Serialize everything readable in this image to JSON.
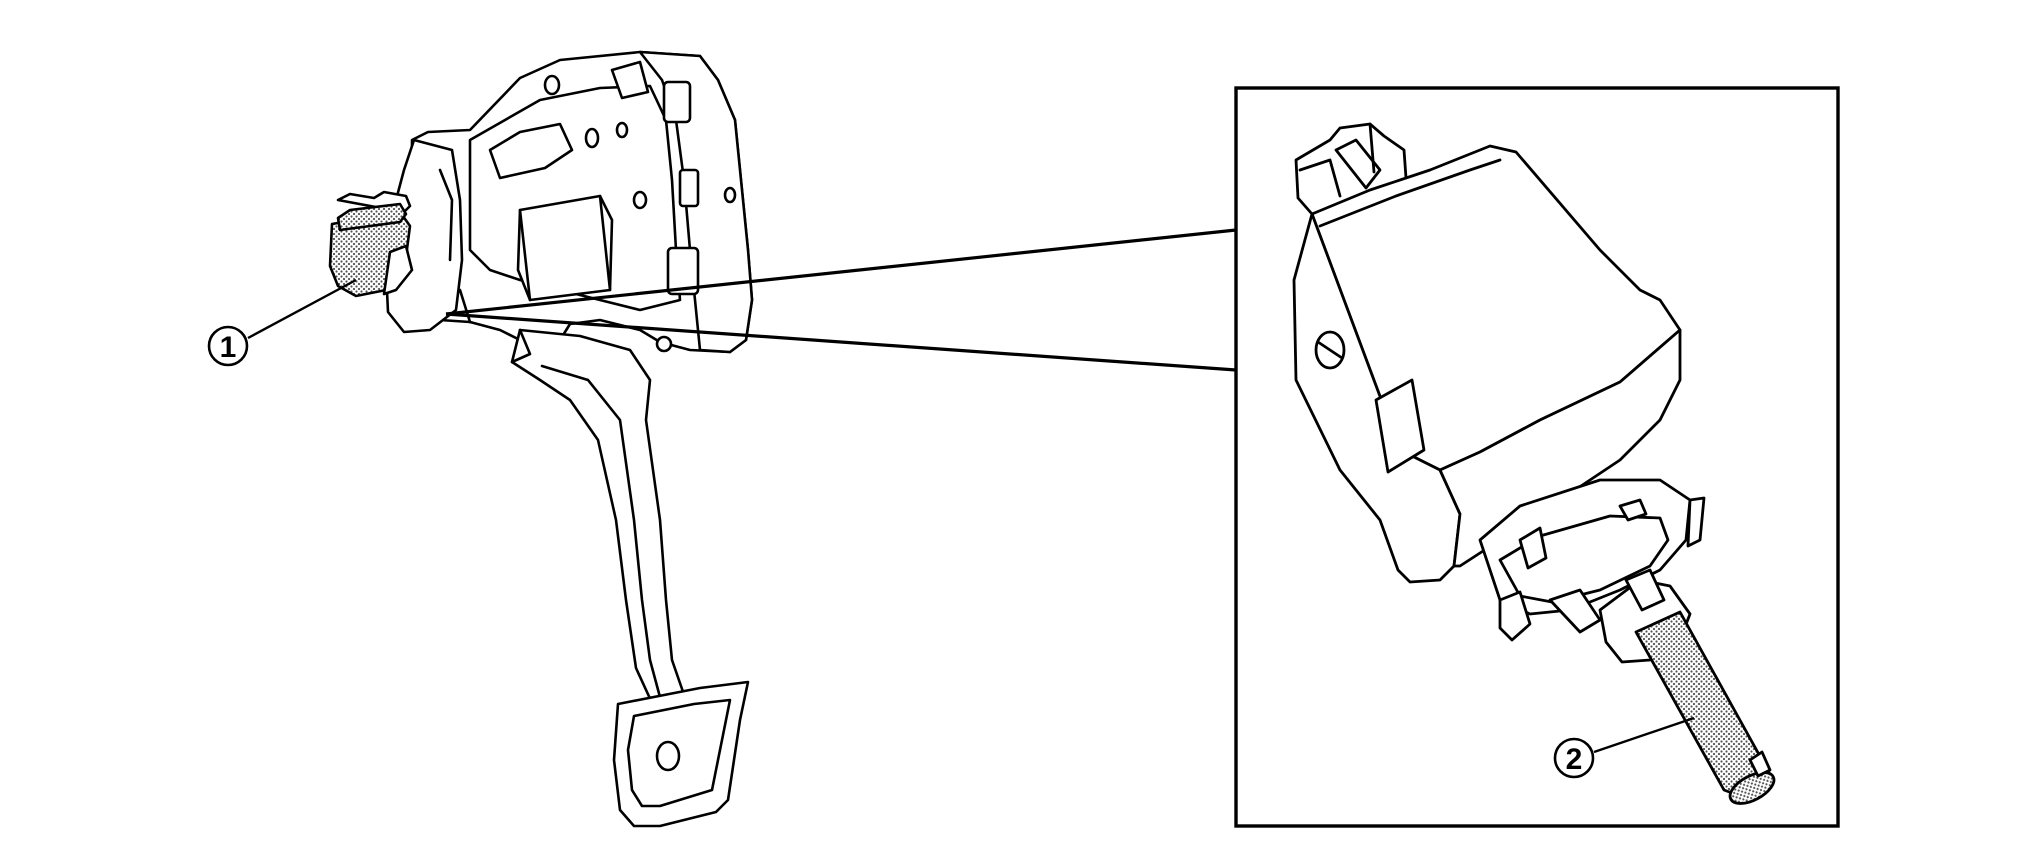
{
  "callouts": [
    {
      "id": "callout-1",
      "label": "1"
    },
    {
      "id": "callout-2",
      "label": "2"
    }
  ],
  "colors": {
    "line": "#000000",
    "background": "#ffffff",
    "shade": "#9a9a9a"
  }
}
